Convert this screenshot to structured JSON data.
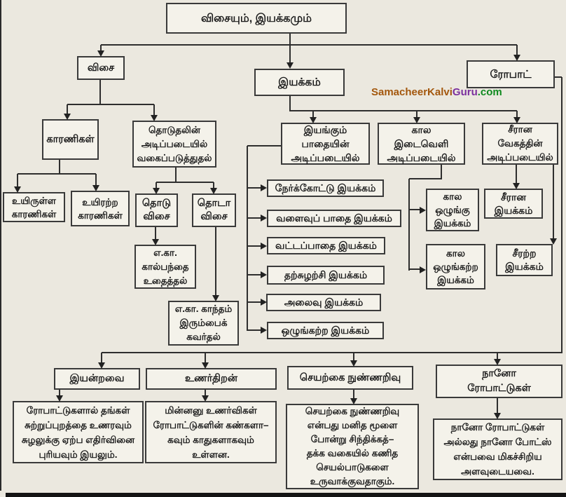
{
  "diagram": {
    "title": "விசையும், இயக்கமும்",
    "type": "flowchart",
    "colors": {
      "background": "#ebe8df",
      "box_fill": "#f4f2ea",
      "box_border": "#3a3a3a",
      "line": "#2e2e2e",
      "watermark_part1": "#a3570d",
      "watermark_part2": "#7b2f9e",
      "watermark_part3": "#0f8a1f"
    }
  },
  "watermark": {
    "parts": [
      {
        "text": "SamacheerKalvi"
      },
      {
        "text": "Guru"
      },
      {
        "text": ".com"
      }
    ]
  },
  "nodes": {
    "root": "விசையும், இயக்கமும்",
    "visai": "விசை",
    "iyakkam": "இயக்கம்",
    "robot": "ரோபாட்",
    "kaaranigal": "காரணிகள்",
    "thoduthal": "தொடுதலின்\nஅடிப்படையில்\nவகைப்படுத்துதல்",
    "uyirulla": "உயிருள்ள\nகாரணிகள்",
    "uyiratra": "உயிரற்ற\nகாரணிகள்",
    "thodu_visai": "தொடு\nவிசை",
    "thodaa_visai": "தொடா\nவிசை",
    "ega_kick": "எ.கா.\nகால்பந்தை\nஉதைத்தல்",
    "ega_magnet": "எ.கா. காந்தம்\nஇரும்பைக்\nகவர்தல்",
    "paadhai": "இயங்கும்\nபாதையின்\nஅடிப்படையில்",
    "kaala_idaiveli": "கால\nஇடைவெளி\nஅடிப்படையில்",
    "vega": "சீரான\nவேகத்தின்\nஅடிப்படையில்",
    "nerkodu": "நேர்க்கோட்டு இயக்கம்",
    "valaivu": "வளைவுப் பாதை இயக்கம்",
    "vattam": "வட்டப்பாதை இயக்கம்",
    "tharsuzharchi": "தற்சுழற்சி இயக்கம்",
    "alaivu": "அலைவு இயக்கம்",
    "ozhungatra": "ஒழுங்கற்ற இயக்கம்",
    "kaala_ozhungu": "கால\nஒழுங்கு\nஇயக்கம்",
    "seeraana": "சீரான\nஇயக்கம்",
    "kaala_ozhungatra": "கால\nஒழுங்கற்ற\nஇயக்கம்",
    "seeratra": "சீரற்ற\nஇயக்கம்",
    "iyanravai": "இயன்றவை",
    "unarthiran": "உணர்திறன்",
    "seyarkai": "செயற்கை நுண்ணறிவு",
    "nano": "நானோ\nரோபாட்டுகள்",
    "desc_iyanravai": "ரோபாட்டுகளால் தங்கள்\nசுற்றுப்புறத்தை உணரவும்\nசுழலுக்கு ஏற்ப எதிர்வினை\nபுரியவும் இயலும்.",
    "desc_unarthiran": "மின்னனு உணர்விகள்\nரோபாட்டுகளின் கண்களா–\nகவும் காதுகளாகவும்\nஉள்ளன.",
    "desc_seyarkai": "செயற்கை நுண்ணறிவு\nஎன்பது மனித மூளை\nபோன்று சிந்திக்கத்–\nதக்க வகையில் கணித\nசெயல்பாடுகளை\nஉருவாக்குவதாகும்.",
    "desc_nano": "நானோ ரோபாட்டுகள்\nஅல்லது நானோ போட்ஸ்\nஎன்பவை மிகச்சிறிய\nஅளவுடையவை."
  },
  "edges": [
    [
      "root",
      "visai"
    ],
    [
      "root",
      "iyakkam"
    ],
    [
      "root",
      "robot"
    ],
    [
      "visai",
      "kaaranigal"
    ],
    [
      "visai",
      "thoduthal"
    ],
    [
      "kaaranigal",
      "uyirulla"
    ],
    [
      "kaaranigal",
      "uyiratra"
    ],
    [
      "thoduthal",
      "thodu_visai"
    ],
    [
      "thoduthal",
      "thodaa_visai"
    ],
    [
      "thodu_visai",
      "ega_kick"
    ],
    [
      "thodaa_visai",
      "ega_magnet"
    ],
    [
      "iyakkam",
      "paadhai"
    ],
    [
      "iyakkam",
      "kaala_idaiveli"
    ],
    [
      "iyakkam",
      "vega"
    ],
    [
      "paadhai",
      "nerkodu"
    ],
    [
      "paadhai",
      "valaivu"
    ],
    [
      "paadhai",
      "vattam"
    ],
    [
      "paadhai",
      "tharsuzharchi"
    ],
    [
      "paadhai",
      "alaivu"
    ],
    [
      "paadhai",
      "ozhungatra"
    ],
    [
      "kaala_idaiveli",
      "kaala_ozhungu"
    ],
    [
      "kaala_idaiveli",
      "kaala_ozhungatra"
    ],
    [
      "vega",
      "seeraana"
    ],
    [
      "vega",
      "seeratra"
    ],
    [
      "robot",
      "iyanravai"
    ],
    [
      "robot",
      "unarthiran"
    ],
    [
      "robot",
      "seyarkai"
    ],
    [
      "robot",
      "nano"
    ],
    [
      "iyanravai",
      "desc_iyanravai"
    ],
    [
      "unarthiran",
      "desc_unarthiran"
    ],
    [
      "seyarkai",
      "desc_seyarkai"
    ],
    [
      "nano",
      "desc_nano"
    ]
  ]
}
